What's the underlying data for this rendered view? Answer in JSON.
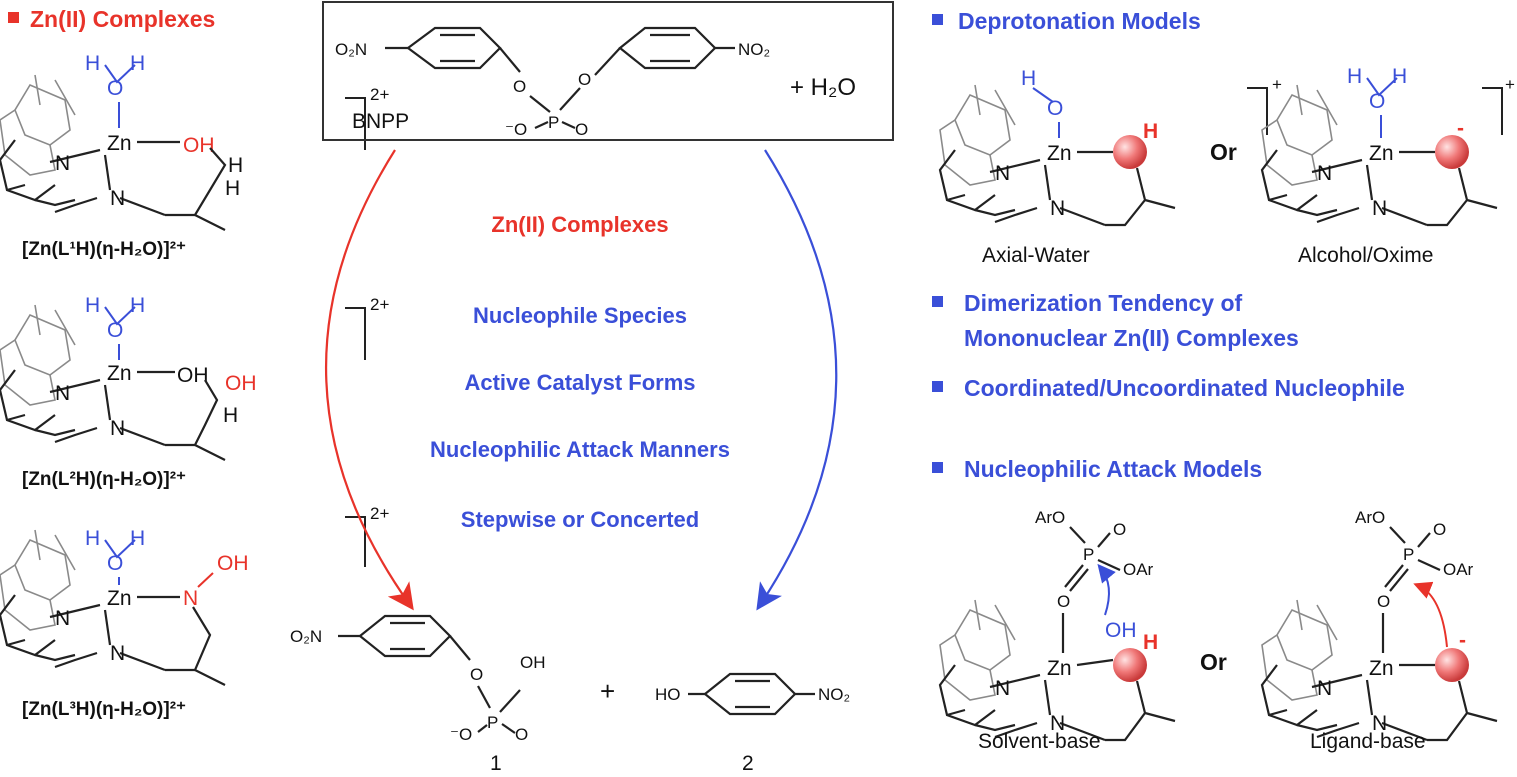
{
  "left": {
    "header": "Zn(II) Complexes",
    "complexes": [
      {
        "formula": "[Zn(L¹H)(η-H₂O)]²⁺",
        "charge": "2+",
        "ligand_group": "OH",
        "extra": "H"
      },
      {
        "formula": "[Zn(L²H)(η-H₂O)]²⁺",
        "charge": "2+",
        "ligand_group": "OH",
        "extra": "OH"
      },
      {
        "formula": "[Zn(L³H)(η-H₂O)]²⁺",
        "charge": "2+",
        "ligand_group": "N",
        "extra": "OH"
      }
    ]
  },
  "top": {
    "substrate_label": "BNPP",
    "plus_water": "+ H₂O",
    "nitro_left": "O₂N",
    "nitro_right": "NO₂"
  },
  "center": {
    "title": "Zn(II) Complexes",
    "items": [
      "Nucleophile Species",
      "Active Catalyst Forms",
      "Nucleophilic Attack Manners",
      "Stepwise or Concerted"
    ]
  },
  "products": {
    "p1_label": "1",
    "p2_label": "2",
    "plus": "+",
    "p1_nitro": "O₂N",
    "p2_ho": "HO",
    "p2_nitro": "NO₂"
  },
  "right": {
    "deprotonation_header": "Deprotonation Models",
    "axial_water": "Axial-Water",
    "alcohol_oxime": "Alcohol/Oxime",
    "or": "Or",
    "charge_plus": "+",
    "dimerization_line1": "Dimerization Tendency of",
    "dimerization_line2": "Mononuclear Zn(II) Complexes",
    "coordinated": "Coordinated/Uncoordinated Nucleophile",
    "attack_header": "Nucleophilic Attack Models",
    "solvent_base": "Solvent-base",
    "ligand_base": "Ligand-base"
  },
  "colors": {
    "red": "#e8332a",
    "blue": "#3a4fd8",
    "black": "#111111",
    "sphere": "#f08a8a"
  }
}
